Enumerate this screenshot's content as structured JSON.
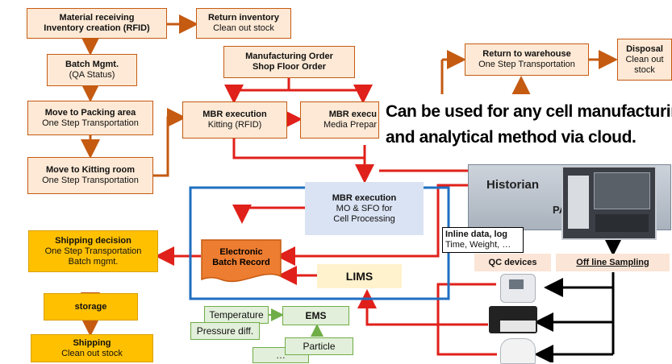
{
  "left_column": {
    "material": {
      "line1": "Material receiving",
      "line2": "Inventory creation (RFID)"
    },
    "return_inventory": {
      "line1": "Return inventory",
      "line2": "Clean out stock"
    },
    "batch": {
      "line1": "Batch Mgmt.",
      "line2": "(QA Status)"
    },
    "packing": {
      "line1": "Move to Packing area",
      "line2": "One Step Transportation"
    },
    "kitting": {
      "line1": "Move to Kitting room",
      "line2": "One Step Transportation"
    }
  },
  "center": {
    "mo": {
      "line1": "Manufacturing Order",
      "line2": "Shop Floor Order"
    },
    "mbr_kitting": {
      "line1": "MBR execution",
      "line2": "Kitting (RFID)"
    },
    "mbr_media": {
      "line1": "MBR execu",
      "line2": "Media Prepar"
    },
    "mbr_cell": {
      "line1": "MBR execution",
      "line2": "MO & SFO for",
      "line3": "Cell Processing"
    },
    "ebr": {
      "line1": "Electronic",
      "line2": "Batch Record"
    },
    "lims": "LIMS",
    "ems": "EMS",
    "temperature": "Temperature",
    "pressure": "Pressure diff.",
    "particle": "Particle",
    "ellipsis": "…"
  },
  "shipping_column": {
    "decision": {
      "line1": "Shipping decision",
      "line2": "One Step Transportation",
      "line3": "Batch mgmt."
    },
    "storage": "storage",
    "shipping": {
      "line1": "Shipping",
      "line2": "Clean out stock"
    }
  },
  "right": {
    "return_warehouse": {
      "line1": "Return to warehouse",
      "line2": "One Step Transportation"
    },
    "disposal": {
      "line1": "Disposal",
      "line2": "Clean out",
      "line3": "stock"
    },
    "banner": {
      "line1": "Can be used for any cell manufacturing",
      "line2": "and analytical method via cloud."
    },
    "historian": "Historian",
    "pa_fragment": "PA",
    "inline": {
      "line1": "Inline data, log",
      "line2": "Time, Weight, …"
    },
    "qc_devices": "QC devices",
    "offline": "Off line Sampling"
  },
  "colors": {
    "orange": "#c55a11",
    "red": "#e0201a",
    "blue": "#1f6fc1",
    "green": "#70ad47",
    "gold": "#ffc000",
    "ebr": "#ed7d31"
  }
}
